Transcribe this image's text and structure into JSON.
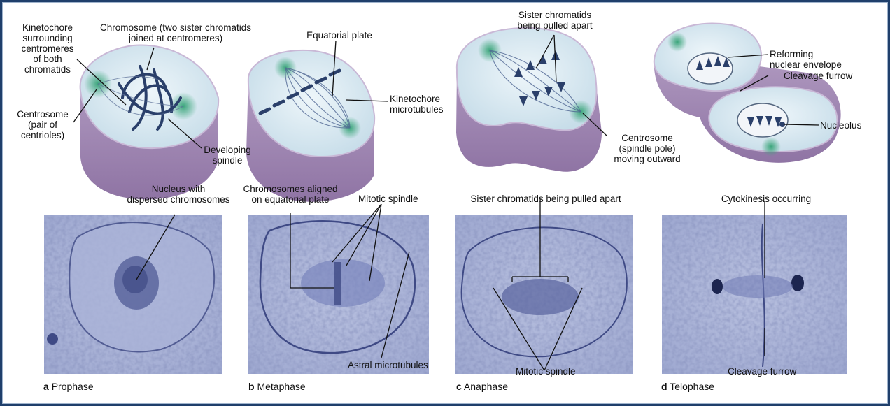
{
  "colors": {
    "frame": "#1f3f6b",
    "cell_top": "#d7e8f1",
    "cell_side": "#a88fb8",
    "centrosome": "#2f8f6a",
    "chromatid": "#2a3f6a",
    "micrograph": "#8d97c4",
    "micrograph_dark": "#3f4a85"
  },
  "panels": [
    {
      "letter": "a",
      "phase": "Prophase",
      "diagram_labels": {
        "kinetochore": "Kinetochore\nsurrounding\ncentromeres\nof both\nchromatids",
        "chromosome": "Chromosome (two sister chromatids\njoined at centromeres)",
        "centrosome": "Centrosome\n(pair of\ncentrioles)",
        "spindle": "Developing\nspindle"
      },
      "micrograph_label": "Nucleus with\ndispersed chromosomes"
    },
    {
      "letter": "b",
      "phase": "Metaphase",
      "diagram_labels": {
        "plate": "Equatorial plate",
        "kinetochore_mt": "Kinetochore\nmicrotubules"
      },
      "micrograph_labels": {
        "aligned": "Chromosomes aligned\non equatorial plate",
        "spindle": "Mitotic spindle",
        "astral": "Astral microtubules"
      }
    },
    {
      "letter": "c",
      "phase": "Anaphase",
      "diagram_labels": {
        "sister": "Sister chromatids\nbeing pulled apart",
        "centrosome": "Centrosome\n(spindle pole)\nmoving outward"
      },
      "micrograph_labels": {
        "sister": "Sister chromatids being pulled apart",
        "spindle": "Mitotic spindle"
      }
    },
    {
      "letter": "d",
      "phase": "Telophase",
      "diagram_labels": {
        "envelope": "Reforming\nnuclear envelope",
        "furrow": "Cleavage furrow",
        "nucleolus": "Nucleolus"
      },
      "micrograph_labels": {
        "cytokinesis": "Cytokinesis occurring",
        "furrow": "Cleavage furrow"
      }
    }
  ]
}
